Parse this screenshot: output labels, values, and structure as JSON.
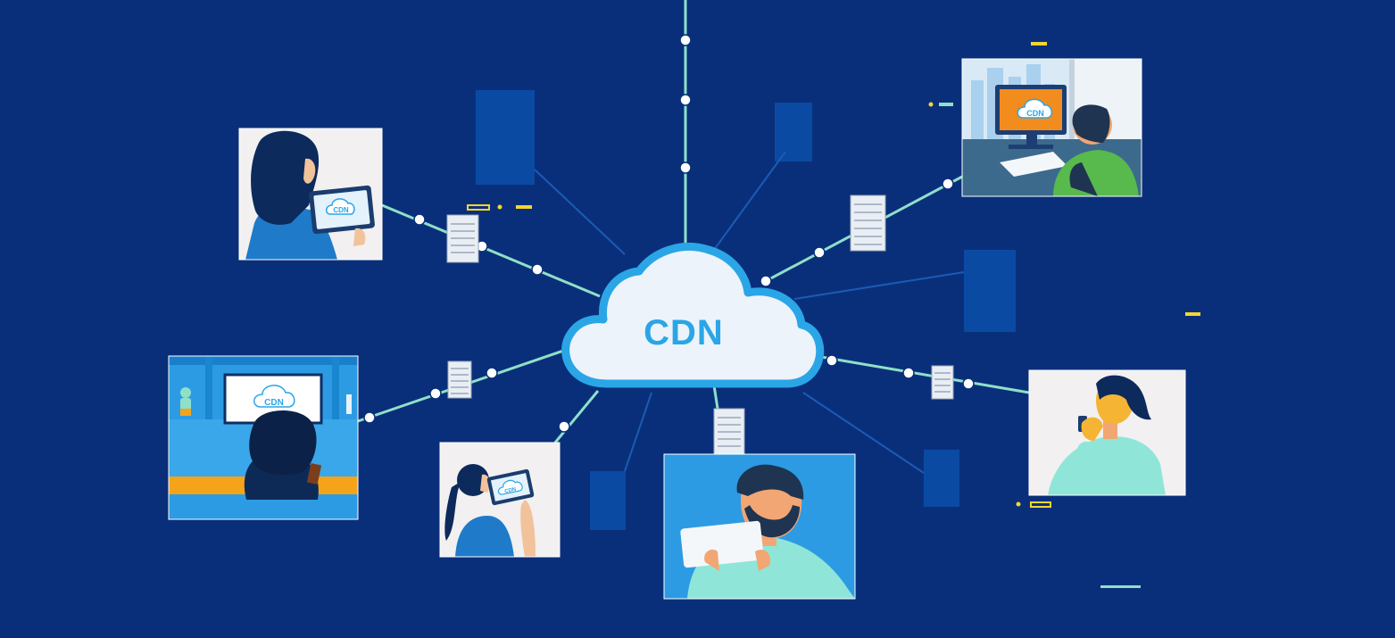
{
  "diagram": {
    "center_label": "CDN",
    "screen_logo_label": "CDN",
    "colors": {
      "background": "#0a2f7a",
      "link": "#8fe0c8",
      "node": "#ffffff",
      "cloud_fill": "#edf3fa",
      "cloud_stroke": "#2aa6e6",
      "cloud_text": "#2aa6e6",
      "block": "#0b4aa3",
      "accent_yellow": "#f5d531"
    },
    "users": [
      {
        "name": "woman-with-tablet",
        "device": "tablet"
      },
      {
        "name": "man-at-desktop",
        "device": "desktop"
      },
      {
        "name": "person-watching-tv",
        "device": "tv"
      },
      {
        "name": "girl-with-tablet",
        "device": "tablet"
      },
      {
        "name": "bearded-man-with-tablet",
        "device": "tablet"
      },
      {
        "name": "woman-with-phone",
        "device": "phone"
      }
    ]
  }
}
